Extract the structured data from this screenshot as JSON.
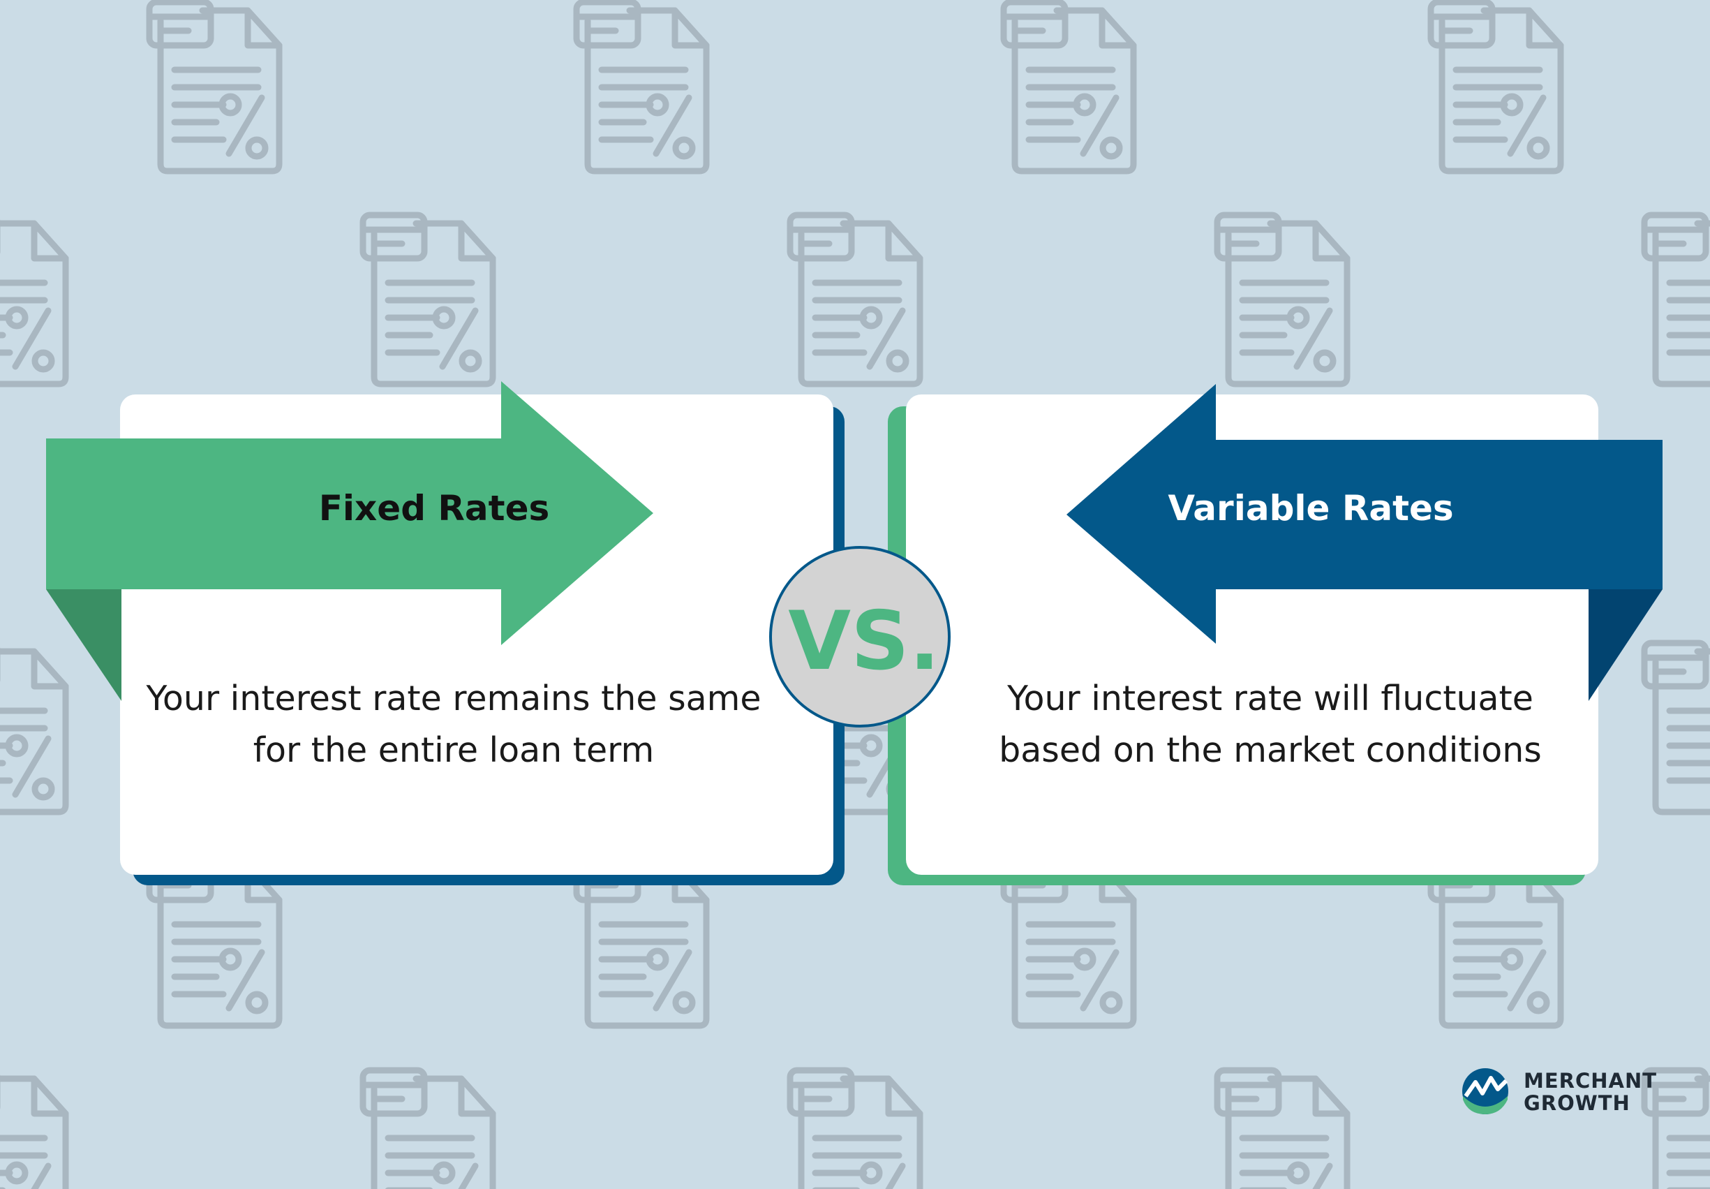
{
  "fixed": {
    "title": "Fixed Rates",
    "description": "Your interest rate remains the same for the entire loan term"
  },
  "variable": {
    "title": "Variable Rates",
    "description": "Your interest rate will fluctuate based on the market conditions"
  },
  "versus_label": "VS.",
  "brand": {
    "line1": "MERCHANT",
    "line2": "GROWTH"
  },
  "colors": {
    "background": "#cbdce6",
    "pattern": "#a9b7c1",
    "green": "#4db682",
    "green_dark": "#3a8f64",
    "blue": "#03588a",
    "blue_dark": "#024470",
    "card": "#ffffff"
  },
  "icons": [
    "document-percent-icon",
    "merchant-growth-logo-icon"
  ]
}
